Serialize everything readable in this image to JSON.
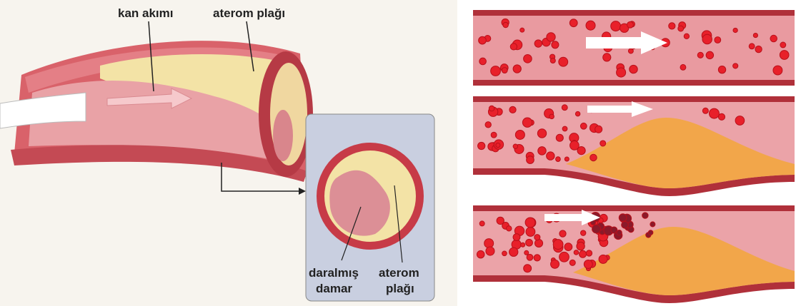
{
  "labels": {
    "blood_flow": "kan akımı",
    "plaque_top": "aterom plağı",
    "narrowed_line1": "daralmış",
    "narrowed_line2": "damar",
    "plaque_inset_line1": "aterom",
    "plaque_inset_line2": "plağı"
  },
  "colors": {
    "vessel_wall": "#d9626a",
    "vessel_dark": "#a8323b",
    "lumen": "#e9a2a6",
    "plaque": "#f3e3a6",
    "plaque_orange": "#f2a64a",
    "blood_cell": "#e8202a",
    "clot": "#8b1a2a",
    "inset_bg": "#c9cfe0"
  }
}
